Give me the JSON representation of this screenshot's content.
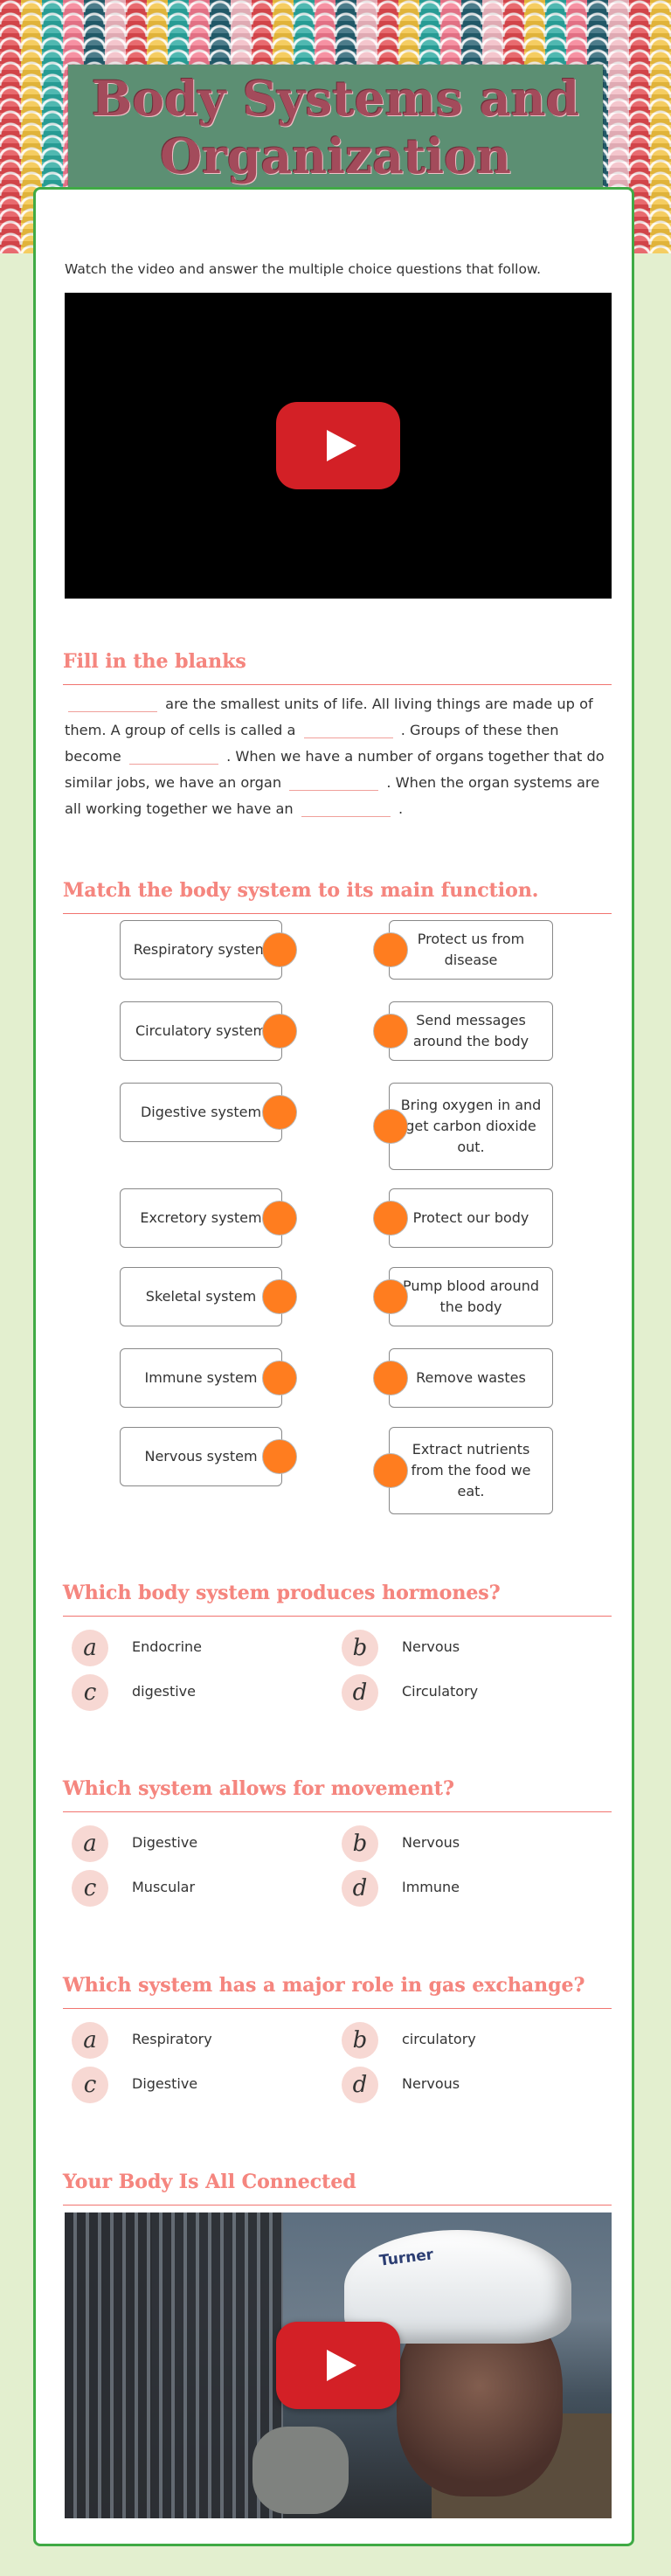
{
  "header": {
    "title": "Body Systems and Organization"
  },
  "intro": {
    "text": "Watch the video and answer the multiple choice questions that follow."
  },
  "sections": {
    "fill_title": "Fill in the blanks",
    "fill_text": {
      "t1": "are the smallest units of life. All living things are made up of them. A group of cells is called a",
      "t2": ". Groups of these then become",
      "t3": ". When we have a number of organs together that do similar jobs, we have an organ",
      "t4": ". When the organ systems are all working together we have an",
      "t5": "."
    },
    "match_title": "Match the body system to its main function.",
    "match_left": [
      "Respiratory system",
      "Circulatory system",
      "Digestive system",
      "Excretory system",
      "Skeletal system",
      "Immune system",
      "Nervous system"
    ],
    "match_right": [
      "Protect us from disease",
      "Send messages around the body",
      "Bring oxygen in and get carbon dioxide out.",
      "Protect our body",
      "Pump blood around the body",
      "Remove wastes",
      "Extract nutrients from the food we eat."
    ],
    "q1": {
      "title": "Which body system produces hormones?",
      "options": [
        {
          "letter": "a",
          "text": "Endocrine"
        },
        {
          "letter": "b",
          "text": "Nervous"
        },
        {
          "letter": "c",
          "text": "digestive"
        },
        {
          "letter": "d",
          "text": "Circulatory"
        }
      ]
    },
    "q2": {
      "title": "Which system allows for movement?",
      "options": [
        {
          "letter": "a",
          "text": "Digestive"
        },
        {
          "letter": "b",
          "text": "Nervous"
        },
        {
          "letter": "c",
          "text": "Muscular"
        },
        {
          "letter": "d",
          "text": "Immune"
        }
      ]
    },
    "q3": {
      "title": "Which system has a major role in gas exchange?",
      "options": [
        {
          "letter": "a",
          "text": "Respiratory"
        },
        {
          "letter": "b",
          "text": "circulatory"
        },
        {
          "letter": "c",
          "text": "Digestive"
        },
        {
          "letter": "d",
          "text": "Nervous"
        }
      ]
    },
    "connected_title": "Your Body Is All Connected",
    "video2_helmet_text": "Turner"
  },
  "icons": {
    "play": "play-icon",
    "match_dot": "orange-circle"
  },
  "colors": {
    "accent_red": "#f5867f",
    "green_border": "#40aa45",
    "orange": "#ff7d1f",
    "badge": "#f7d8d3"
  }
}
